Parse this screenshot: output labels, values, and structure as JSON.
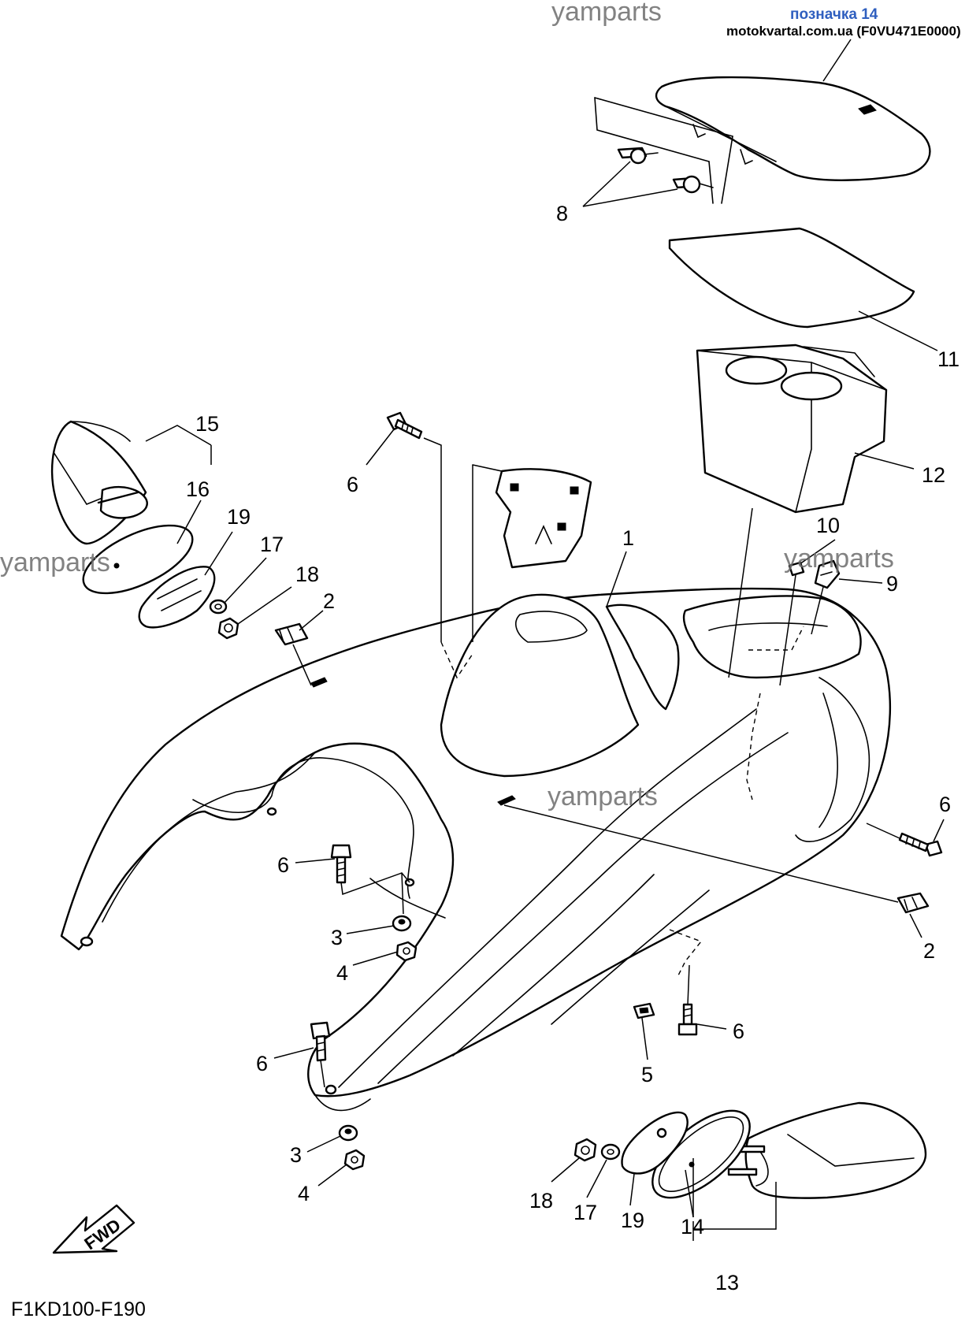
{
  "header": {
    "watermark_top": "yamparts",
    "label_title": "позначка 14",
    "site_and_code": "motokvartal.com.ua (F0VU471E0000)"
  },
  "watermarks": [
    "yamparts",
    "yamparts",
    "yamparts"
  ],
  "callouts": {
    "c1": "1",
    "c2a": "2",
    "c2b": "2",
    "c3a": "3",
    "c3b": "3",
    "c4a": "4",
    "c4b": "4",
    "c5": "5",
    "c6a": "6",
    "c6b": "6",
    "c6c": "6",
    "c6d": "6",
    "c6e": "6",
    "c8": "8",
    "c9": "9",
    "c10": "10",
    "c11": "11",
    "c12": "12",
    "c13": "13",
    "c14": "14",
    "c15": "15",
    "c16": "16",
    "c17a": "17",
    "c17b": "17",
    "c18a": "18",
    "c18b": "18",
    "c19a": "19",
    "c19b": "19"
  },
  "fwd_label": "FWD",
  "diagram_code": "F1KD100-F190"
}
